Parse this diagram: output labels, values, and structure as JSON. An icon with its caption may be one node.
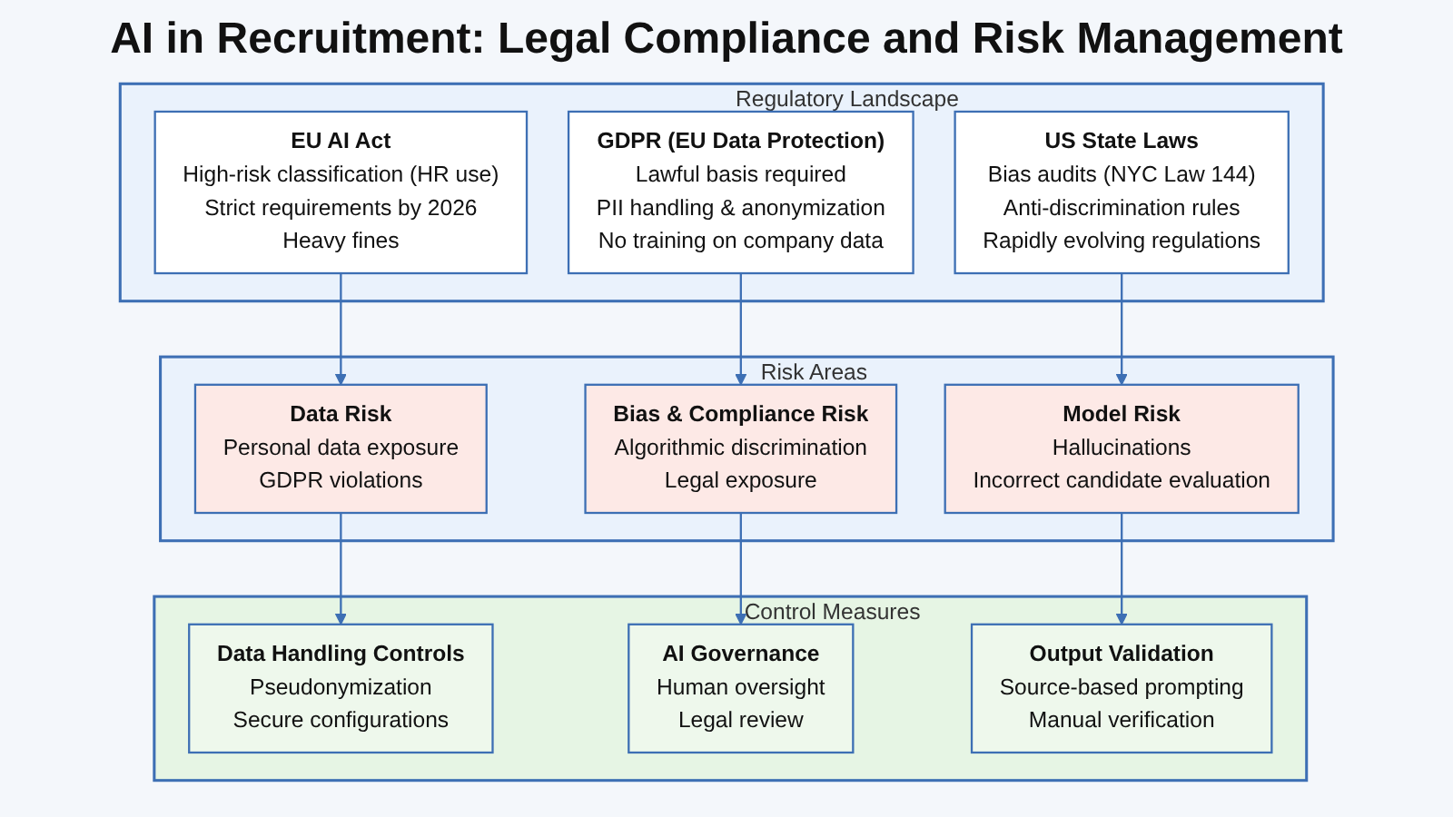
{
  "diagram": {
    "title": "AI in Recruitment: Legal Compliance and Risk Management",
    "nodes": [
      {
        "text": [
          "Regulatory Landscape"
        ]
      },
      {
        "text": [
          "EU AI Act",
          "High-risk classification (HR use)",
          "Strict requirements by 2026",
          "Heavy fines"
        ],
        "in": 0
      },
      {
        "text": [
          "GDPR (EU Data Protection)",
          "Lawful basis required",
          "PII handling & anonymization",
          "No training on company data"
        ],
        "in": 0
      },
      {
        "text": [
          "US State Laws",
          "Bias audits (NYC Law 144)",
          "Anti-discrimination rules",
          "Rapidly evolving regulations"
        ],
        "in": 0
      },
      {
        "text": [
          "Risk Areas"
        ]
      },
      {
        "text": [
          "Data Risk",
          "Personal data exposure",
          "GDPR violations"
        ],
        "in": 4
      },
      {
        "text": [
          "Bias & Compliance Risk",
          "Algorithmic discrimination",
          "Legal exposure"
        ],
        "in": 4
      },
      {
        "text": [
          "Model Risk",
          "Hallucinations",
          "Incorrect candidate evaluation"
        ],
        "in": 4
      },
      {
        "text": [
          "Control Measures"
        ]
      },
      {
        "text": [
          "Data Handling Controls",
          "Pseudonymization",
          "Secure configurations"
        ],
        "in": 8
      },
      {
        "text": [
          "AI Governance",
          "Human oversight",
          "Legal review"
        ],
        "in": 8
      },
      {
        "text": [
          "Output Validation",
          "Source-based prompting",
          "Manual verification"
        ],
        "in": 8
      }
    ],
    "edges": [
      {
        "from": 1,
        "to": 5,
        "arrow": "to"
      },
      {
        "from": 2,
        "to": 6,
        "arrow": "to"
      },
      {
        "from": 3,
        "to": 7,
        "arrow": "to"
      },
      {
        "from": 5,
        "to": 9,
        "arrow": "to"
      },
      {
        "from": 6,
        "to": 10,
        "arrow": "to"
      },
      {
        "from": 7,
        "to": 11,
        "arrow": "to"
      }
    ]
  }
}
